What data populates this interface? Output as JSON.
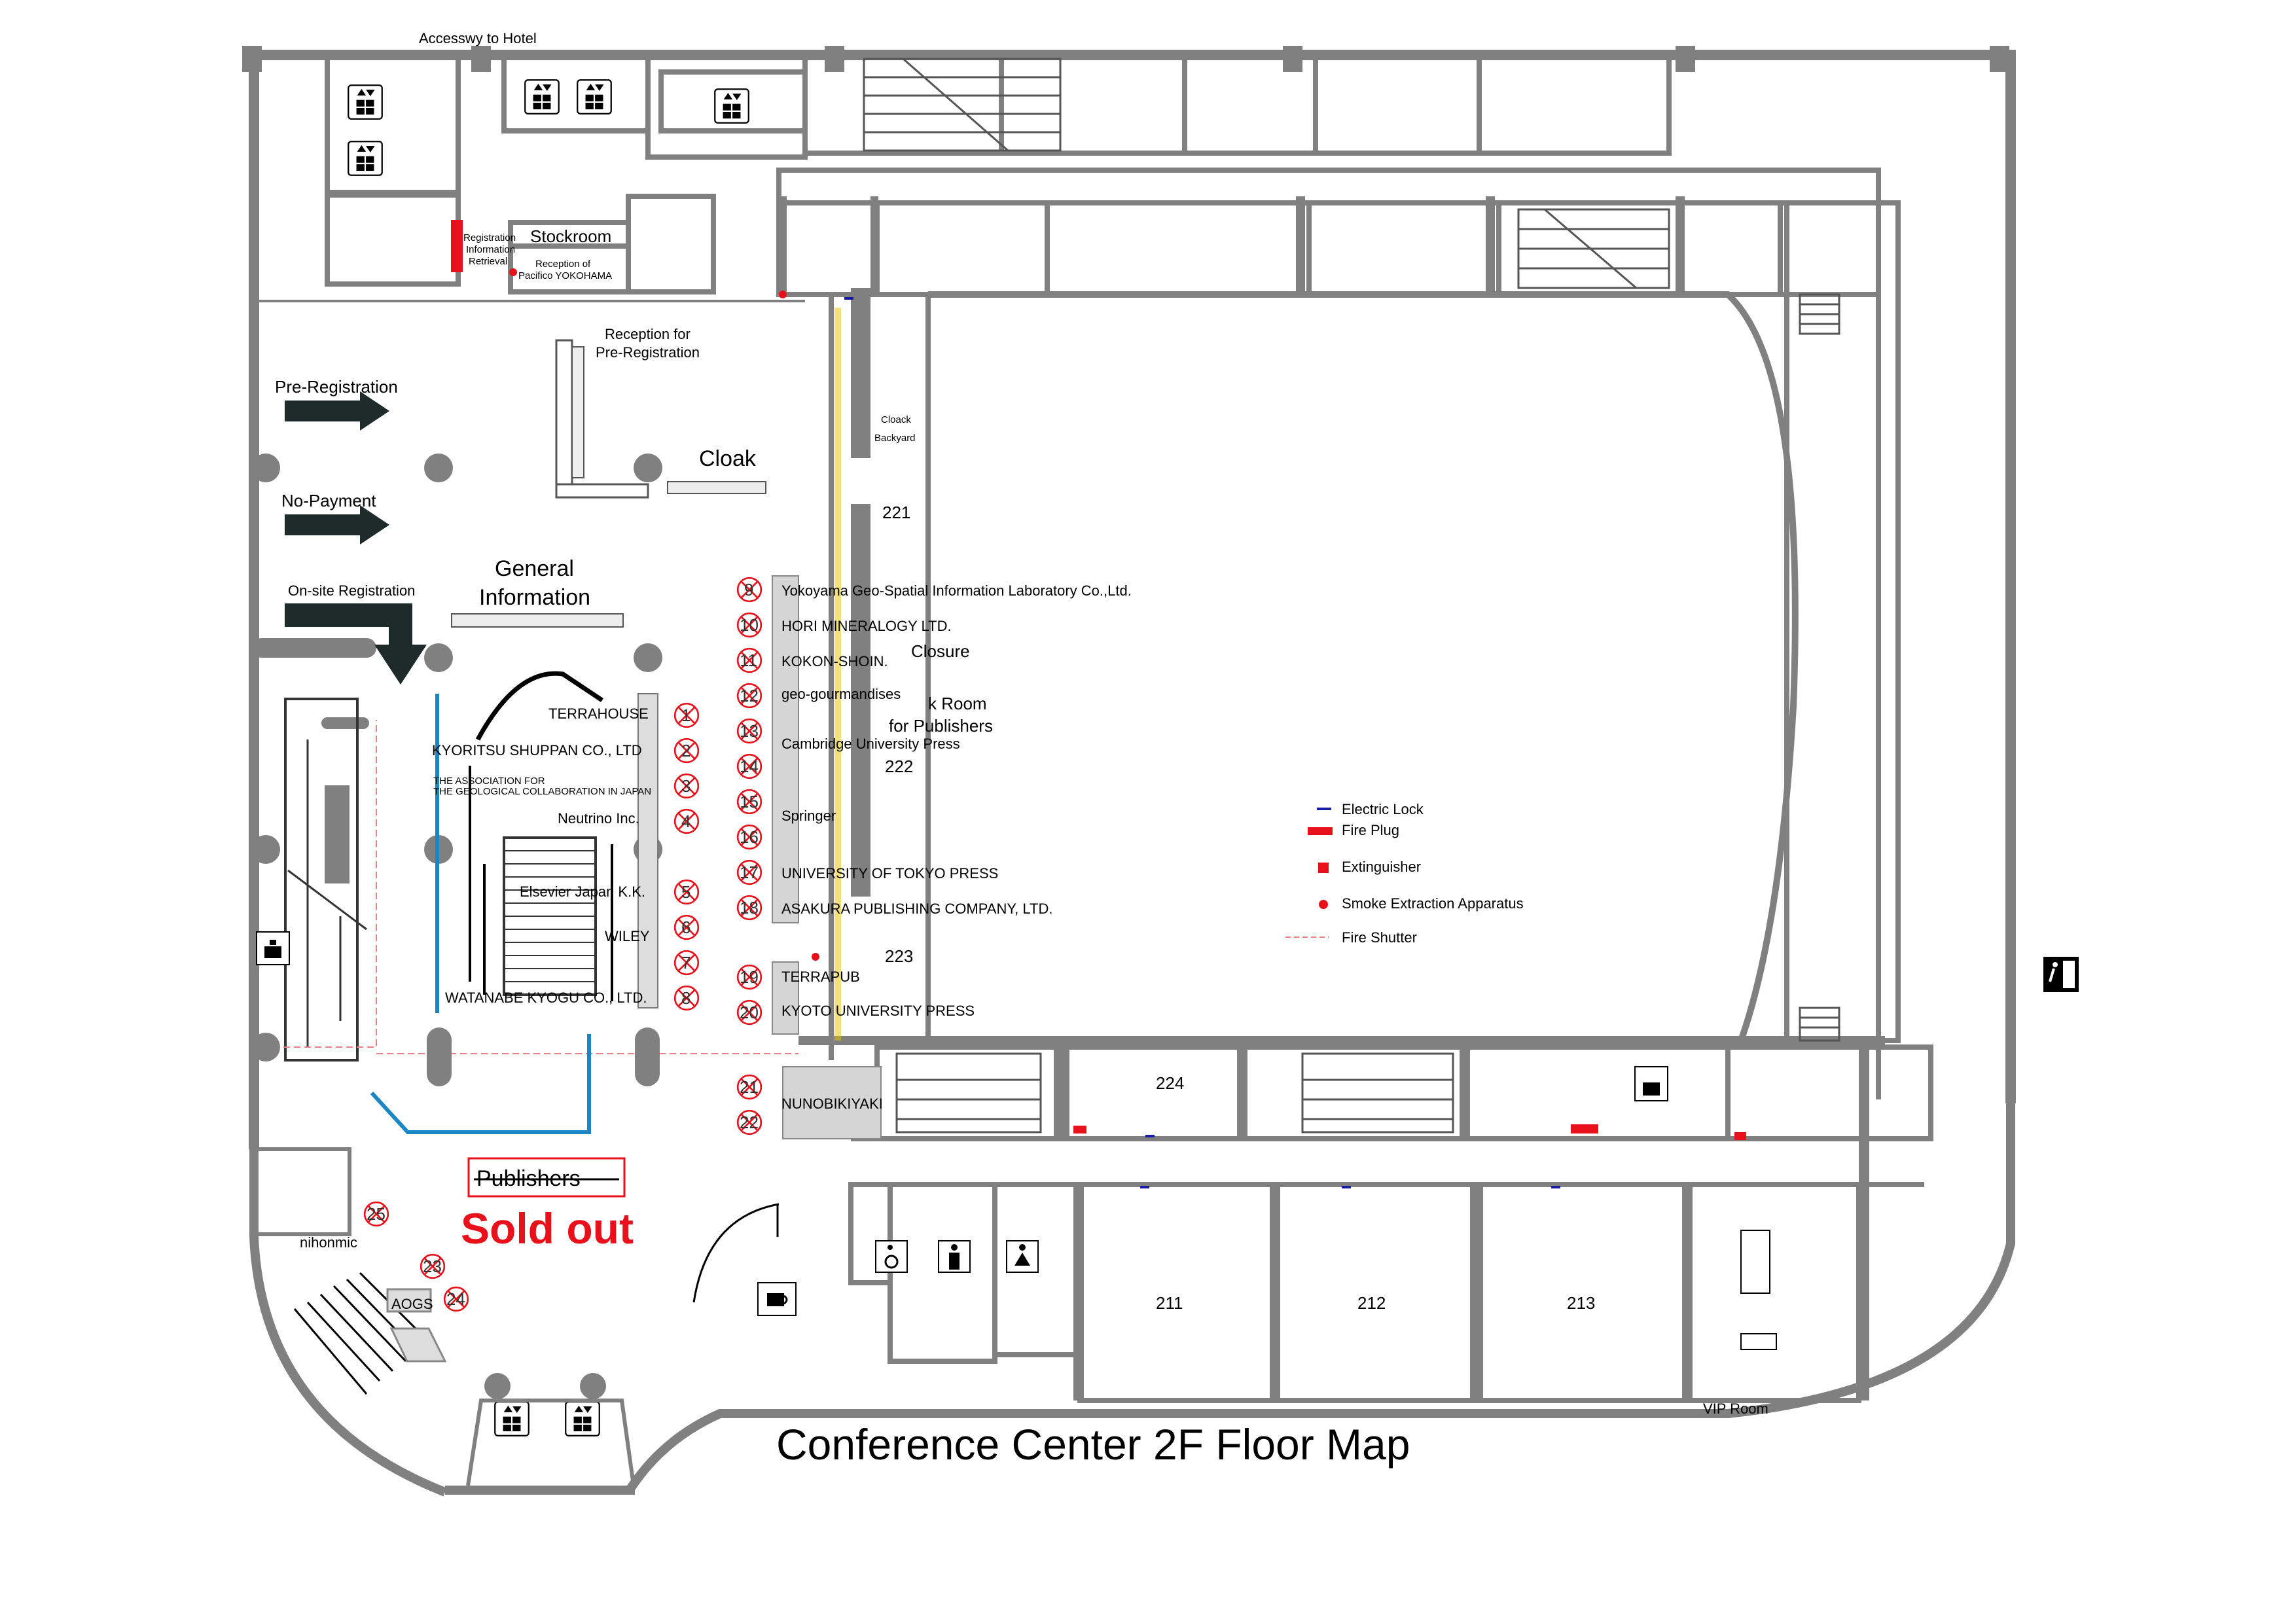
{
  "title": "Conference Center 2F Floor Map",
  "top_label": "Accesswy to Hotel",
  "rooms": {
    "stockroom": "Stockroom",
    "reception_pacifico": [
      "Reception of",
      "Pacifico YOKOHAMA"
    ],
    "registration_info": [
      "Registration",
      "Information",
      "Retrieval"
    ],
    "reception_prereg": [
      "Reception for",
      "Pre-Registration"
    ],
    "cloak": "Cloak",
    "cloak_backyard": [
      "Cloack",
      "Backyard"
    ],
    "general_info": [
      "General",
      "Information"
    ],
    "r221": "221",
    "r222": "222",
    "r223": "223",
    "r224": "224",
    "r211": "211",
    "r212": "212",
    "r213": "213",
    "vip": "VIP Room",
    "closure": "Closure",
    "cloak_room_fragment": "k Room",
    "for_publishers_fragment": "for Publishers"
  },
  "arrows": {
    "preregistration": "Pre-Registration",
    "nopayment": "No-Payment",
    "onsite": "On-site Registration"
  },
  "exhibitors": [
    {
      "num": "9",
      "name": "Yokoyama Geo-Spatial Information Laboratory Co.,Ltd."
    },
    {
      "num": "10",
      "name": "HORI MINERALOGY LTD."
    },
    {
      "num": "11",
      "name": "KOKON-SHOIN."
    },
    {
      "num": "12",
      "name": "geo-gourmandises"
    },
    {
      "num": "13",
      "name": "Cambridge University Press"
    },
    {
      "num": "14",
      "name": ""
    },
    {
      "num": "15",
      "name": "Springer"
    },
    {
      "num": "16",
      "name": ""
    },
    {
      "num": "17",
      "name": "UNIVERSITY OF TOKYO PRESS"
    },
    {
      "num": "18",
      "name": "ASAKURA PUBLISHING COMPANY,  LTD."
    },
    {
      "num": "19",
      "name": "TERRAPUB"
    },
    {
      "num": "20",
      "name": "KYOTO UNIVERSITY PRESS"
    },
    {
      "num": "21",
      "name": ""
    },
    {
      "num": "22",
      "name": ""
    }
  ],
  "exhibitors_left": {
    "terrahouse": "TERRAHOUSE",
    "kyoritsu": "KYORITSU SHUPPAN CO., LTD",
    "assoc": [
      "THE ASSOCIATION FOR",
      "THE GEOLOGICAL COLLABORATION IN JAPAN"
    ],
    "neutrino": "Neutrino Inc.",
    "elsevier": "Elsevier Japan K.K.",
    "wiley": "WILEY",
    "watanabe": "WATANABE KYOGU CO., LTD.",
    "nunobikiyaki": "NUNOBIKIYAKI",
    "nihonmic": "nihonmic",
    "aogs": "AOGS"
  },
  "booths_left": [
    "1",
    "2",
    "3",
    "4",
    "5",
    "6",
    "7",
    "8"
  ],
  "booths_bottom": [
    "25",
    "23",
    "24"
  ],
  "publishers_label": "Publishers",
  "sold_out_label": "Sold out",
  "legend": [
    {
      "label": "Electric Lock",
      "color": "#1a1aa6",
      "symbol": "dash"
    },
    {
      "label": "Fire Plug",
      "color": "#e8101a",
      "symbol": "bar"
    },
    {
      "label": "Extinguisher",
      "color": "#e8101a",
      "symbol": "square"
    },
    {
      "label": "Smoke Extraction Apparatus",
      "color": "#e8101a",
      "symbol": "dot"
    },
    {
      "label": "Fire Shutter",
      "color": "#f08080",
      "symbol": "dashline"
    }
  ],
  "colors": {
    "wall": "#808080",
    "accent_red": "#e8101a",
    "blue_barrier": "#1b86c4",
    "arrow": "#1f2a2a"
  }
}
